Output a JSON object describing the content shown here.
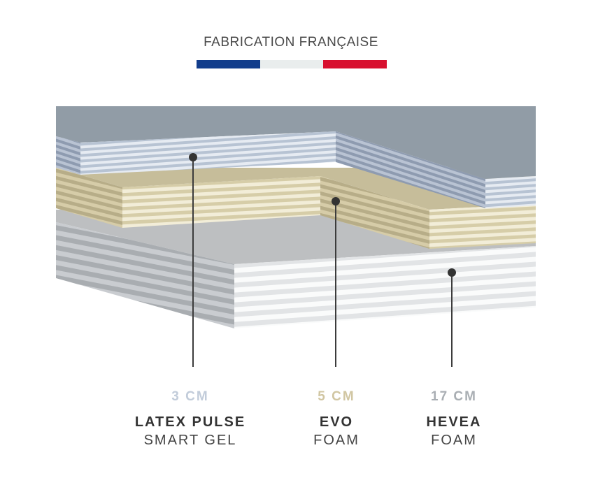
{
  "header": {
    "title": "FABRICATION FRANÇAISE",
    "flag_colors": [
      "#123d8c",
      "#e9eded",
      "#d8102f"
    ]
  },
  "layers": [
    {
      "thickness": "3 CM",
      "name": "LATEX PULSE",
      "subtitle": "SMART GEL",
      "color": "#c2ccda"
    },
    {
      "thickness": "5 CM",
      "name": "EVO",
      "subtitle": "FOAM",
      "color": "#d1c6a2"
    },
    {
      "thickness": "17 CM",
      "name": "HEVEA",
      "subtitle": "FOAM",
      "color": "#a9aeb3"
    }
  ]
}
